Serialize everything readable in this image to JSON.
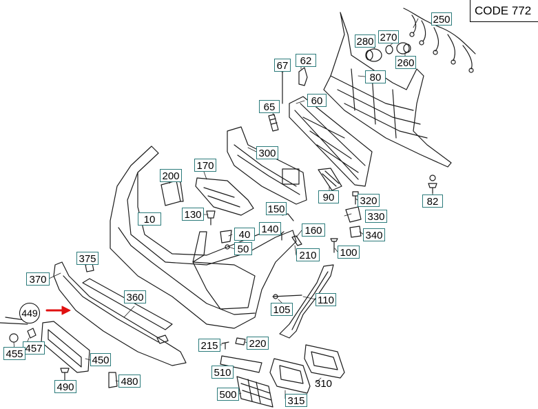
{
  "code_label": "CODE 772",
  "labels": {
    "l250": "250",
    "l280": "280",
    "l270": "270",
    "l260": "260",
    "l80": "80",
    "l67": "67",
    "l62": "62",
    "l65": "65",
    "l60": "60",
    "l300": "300",
    "l200": "200",
    "l170": "170",
    "l90": "90",
    "l320": "320",
    "l82": "82",
    "l10": "10",
    "l130": "130",
    "l150": "150",
    "l330": "330",
    "l40": "40",
    "l140": "140",
    "l160": "160",
    "l340": "340",
    "l50": "50",
    "l100": "100",
    "l375": "375",
    "l210": "210",
    "l370": "370",
    "l360": "360",
    "l110": "110",
    "l449": "449",
    "l105": "105",
    "l215": "215",
    "l220": "220",
    "l457": "457",
    "l455": "455",
    "l450": "450",
    "l510": "510",
    "l310": "310",
    "l490": "490",
    "l480": "480",
    "l500": "500",
    "l315": "315"
  },
  "colors": {
    "arrow": "#e01010",
    "line": "#1a1a1a",
    "label_border": "#2a7a7a"
  }
}
